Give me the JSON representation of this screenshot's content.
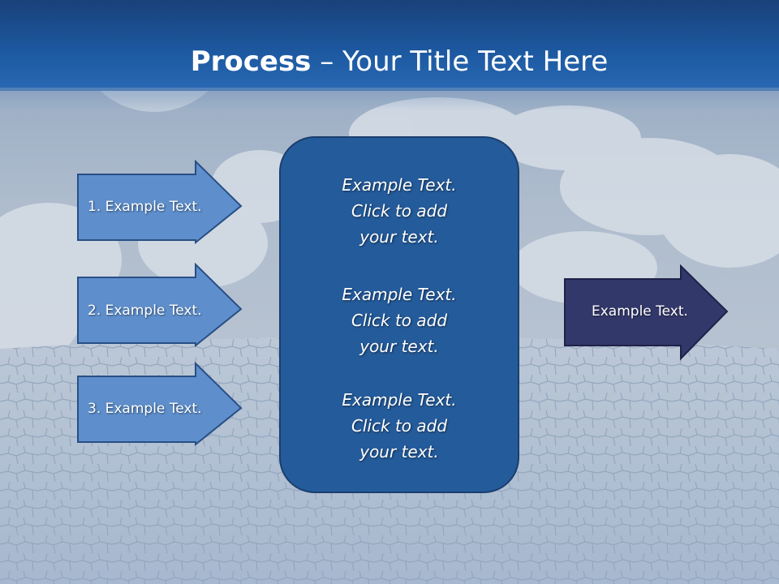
{
  "title": {
    "bold": "Process",
    "rest": " – Your Title Text Here"
  },
  "inputs": [
    {
      "label": "1. Example Text."
    },
    {
      "label": "2. Example Text."
    },
    {
      "label": "3. Example Text."
    }
  ],
  "center": {
    "blocks": [
      {
        "lines": [
          "Example Text.",
          "Click  to add",
          "your text."
        ]
      },
      {
        "lines": [
          "Example Text.",
          "Click  to add",
          "your text."
        ]
      },
      {
        "lines": [
          "Example Text.",
          "Click  to add",
          "your text."
        ]
      }
    ]
  },
  "output": {
    "label": "Example Text."
  },
  "colors": {
    "input_arrow_fill": "#5e8fcc",
    "input_arrow_stroke": "#284f85",
    "center_box_fill": "#245b9b",
    "output_arrow_fill": "#33386b",
    "output_arrow_stroke": "#1e2248",
    "header": "#1d5aa2"
  }
}
